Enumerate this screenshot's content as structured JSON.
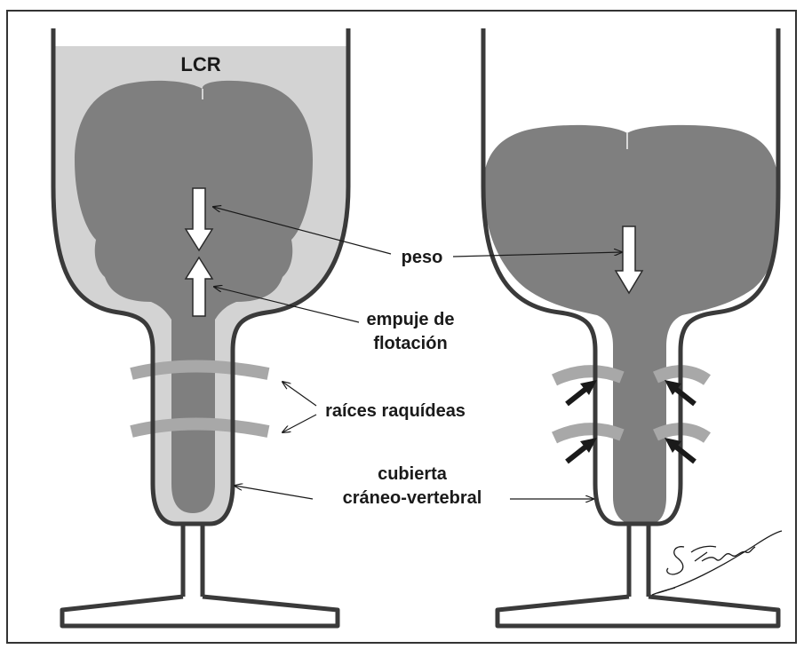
{
  "labels": {
    "csf": "LCR",
    "weight": "peso",
    "buoyancy_line1": "empuje de",
    "buoyancy_line2": "flotación",
    "spinal_roots": "raíces raquídeas",
    "cover_line1": "cubierta",
    "cover_line2": "cráneo-vertebral"
  },
  "signature": "SZamorano",
  "colors": {
    "background": "#ffffff",
    "frame": "#333333",
    "vessel_wall": "#3a3a3a",
    "csf_fill": "#d3d3d3",
    "brain_fill": "#7f7f7f",
    "arrow_fill": "#ffffff",
    "pressure_arrow": "#1a1a1a",
    "leader_line": "#1a1a1a"
  }
}
